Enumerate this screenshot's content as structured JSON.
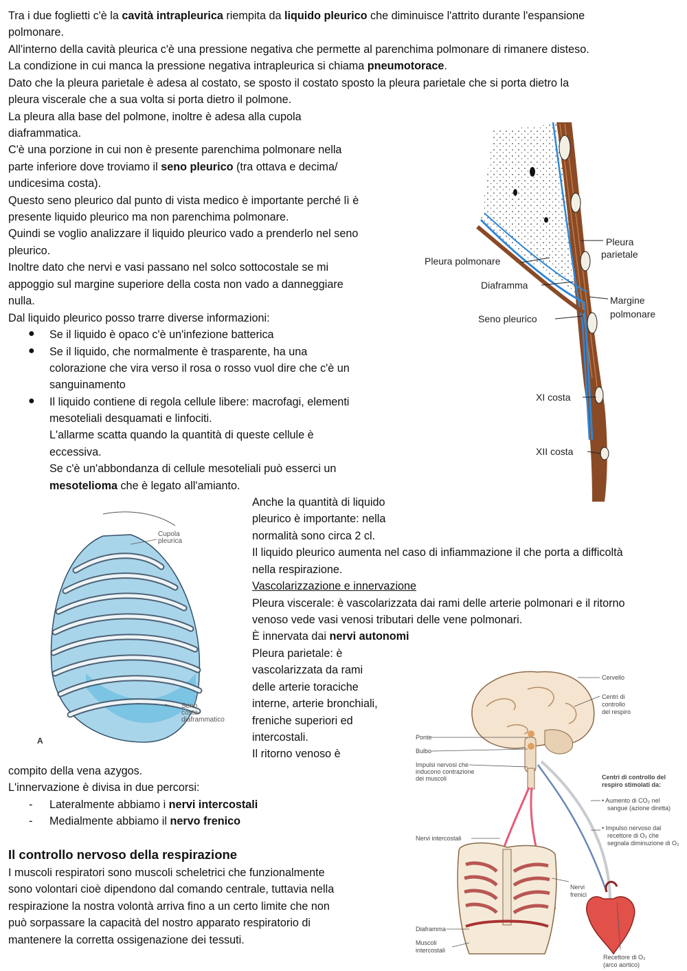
{
  "top": {
    "l1": [
      "Tra i due foglietti c'è la ",
      "cavità intrapleurica",
      " riempita da ",
      "liquido pleurico",
      " che diminuisce l'attrito durante l'espansione"
    ],
    "l2": "polmonare.",
    "l3": "All'interno della cavità pleurica c'è una pressione negativa che permette al parenchima polmonare di rimanere disteso.",
    "l4": [
      "La condizione in cui manca la pressione negativa intrapleurica si chiama ",
      "pneumotorace",
      "."
    ],
    "l5": "Dato che la pleura parietale è adesa al costato, se sposto il costato sposto la pleura parietale che si porta dietro la",
    "l6": "pleura viscerale che a sua volta si porta dietro il polmone."
  },
  "left1": {
    "l1": "La pleura alla base del polmone, inoltre è adesa alla cupola",
    "l2": "diaframmatica.",
    "l3": "C'è una porzione in cui non è presente parenchima polmonare nella",
    "l4": [
      "parte inferiore dove troviamo il ",
      "seno pleurico",
      " (tra ottava e decima/"
    ],
    "l5": "undicesima costa).",
    "l6": "Questo seno pleurico dal punto di vista medico è importante perché lì è",
    "l7": "presente liquido pleurico ma non parenchima polmonare.",
    "l8": "Quindi se voglio analizzare il liquido pleurico vado a prenderlo nel seno",
    "l9": "pleurico.",
    "l10": "Inoltre dato che nervi e vasi passano nel solco sottocostale se mi",
    "l11": "appoggio sul margine superiore della costa non vado a danneggiare",
    "l12": "nulla.",
    "l13": "Dal liquido pleurico posso trarre diverse informazioni:"
  },
  "bullets": {
    "b1": "Se il liquido è opaco c'è un'infezione batterica",
    "b2a": "Se il liquido, che normalmente è trasparente, ha una",
    "b2b": "colorazione che vira verso il rosa o rosso vuol dire che c'è un",
    "b2c": "sanguinamento",
    "b3a": "Il liquido contiene di regola cellule libere: macrofagi,  elementi",
    "b3b": "mesoteliali desquamati e linfociti.",
    "b3c": "L'allarme scatta quando la quantità di queste cellule è",
    "b3d": "eccessiva.",
    "b3e": "Se c'è un'abbondanza di cellule mesoteliali può esserci un",
    "b3f": [
      "mesotelioma",
      " che è legato all'amianto."
    ]
  },
  "mid": {
    "l1": "Anche la quantità di liquido",
    "l2": "pleurico è importante: nella",
    "l3": "normalità sono circa 2 cl.",
    "l4": "Il liquido pleurico aumenta nel caso di infiammazione il che porta a difficoltà",
    "l5": "nella respirazione.",
    "l6": "Vascolarizzazione e innervazione",
    "l7": "Pleura viscerale: è vascolarizzata dai rami delle arterie polmonari e il ritorno",
    "l8": "venoso vede vasi venosi tributari delle vene polmonari.",
    "l9": [
      "È innervata dai ",
      "nervi autonomi"
    ],
    "l10": "Pleura parietale: è",
    "l11": "vascolarizzata da rami",
    "l12": "delle arterie toraciche",
    "l13": "interne, arterie bronchiali,",
    "l14": "freniche superiori ed",
    "l15": "intercostali.",
    "l16": "Il ritorno venoso è",
    "l17": "compito della vena azygos.",
    "l18": "L'innervazione è divisa in due percorsi:"
  },
  "dash": {
    "d1": [
      "Lateralmente abbiamo i ",
      "nervi intercostali"
    ],
    "d2": [
      "Medialmente abbiamo il ",
      "nervo frenico"
    ]
  },
  "section": {
    "title": "Il controllo nervoso della respirazione",
    "l1": "I muscoli respiratori sono muscoli scheletrici che funzionalmente",
    "l2": "sono volontari cioè dipendono dal comando centrale, tuttavia nella",
    "l3": "respirazione la nostra volontà arriva fino a un certo limite che non",
    "l4": "può sorpassare la capacità del nostro apparato respiratorio di",
    "l5": "mantenere la corretta ossigenazione dei tessuti."
  },
  "fig1": {
    "pleura_polmonare": "Pleura polmonare",
    "diaframma": "Diaframma",
    "seno_pleurico": "Seno pleurico",
    "pleura": "Pleura",
    "parietale": "parietale",
    "margine": "Margine",
    "polmonare": "polmonare",
    "xi_costa": "XI costa",
    "xii_costa": "XII costa"
  },
  "fig2": {
    "cupola1": "Cupola",
    "cupola2": "pleurica",
    "seno1": "Seno",
    "seno2": "costo-",
    "seno3": "diaframmatico",
    "a": "A"
  },
  "fig3": {
    "cervello": "Cervello",
    "centri1": "Centri di",
    "centri2": "controllo",
    "centri3": "del respiro",
    "ponte": "Ponte",
    "bulbo": "Bulbo",
    "impulsi1": "Impulsi nervosi che",
    "impulsi2": "inducono contrazione",
    "impulsi3": "dei muscoli",
    "stim1": "Centri di controllo del",
    "stim2": "respiro stimolati da:",
    "co2a": "• Aumento di CO₂ nel",
    "co2b": "sangue (azione diretta)",
    "o2a": "• Impulso nervoso dal",
    "o2b": "recettore di O₂ che",
    "o2c": "segnala diminuzione di O₂",
    "intercostali": "Nervi intercostali",
    "frenici1": "Nervi",
    "frenici2": "frenici",
    "diaframma": "Diaframma",
    "muscoli1": "Muscoli",
    "muscoli2": "intercostali",
    "recettore1": "Recettore di O₂",
    "recettore2": "(arco aortico)"
  }
}
